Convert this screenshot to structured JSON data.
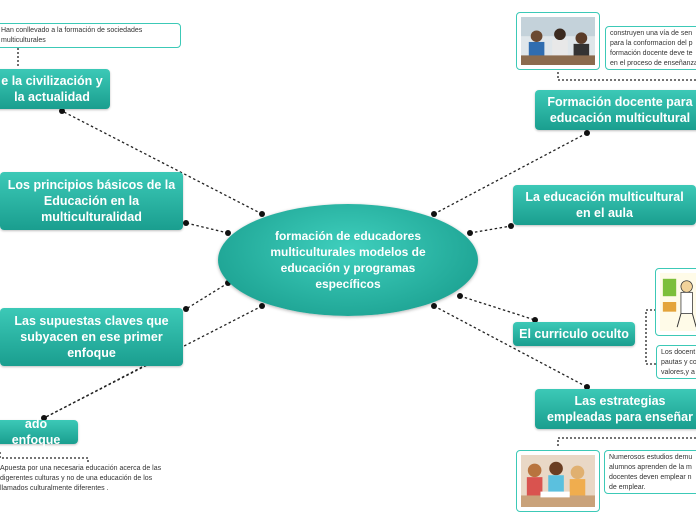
{
  "center": {
    "title": "formación de educadores multiculturales modelos de educación y programas específicos"
  },
  "left_nodes": {
    "civilizacion": "e la civilización y la actualidad",
    "principios": "Los principios básicos de la Educación en la multiculturalidad",
    "supuestas": "Las supuestas claves que subyacen en ese primer enfoque",
    "enfoque": "ado enfoque"
  },
  "right_nodes": {
    "formacion_docente": "Formación docente para educación multicultural",
    "educacion_aula": "La educación multicultural en el aula",
    "curriculo": "El curriculo oculto",
    "estrategias": "Las estrategias empleadas para enseñar"
  },
  "notes": {
    "sociedades": "Han conllevado a la formación de sociedades multiculturales",
    "apuesta": "Apuesta por una necesaria educación acerca de las digerentes culturas y no de una educación de los llamados culturalmente diferentes .",
    "construyen": "construyen una vía de sen para la conformacion del p formación docente deve te en el proceso de enseñanza",
    "docentes": "Los docent pautas y co valores,y a",
    "numerosos": "Numerosos estudios demu alumnos aprenden de la m docentes deven emplear n de emplear."
  },
  "colors": {
    "node": "#2bb3a3",
    "connector": "#222222",
    "note_border": "#3cc9b7"
  }
}
